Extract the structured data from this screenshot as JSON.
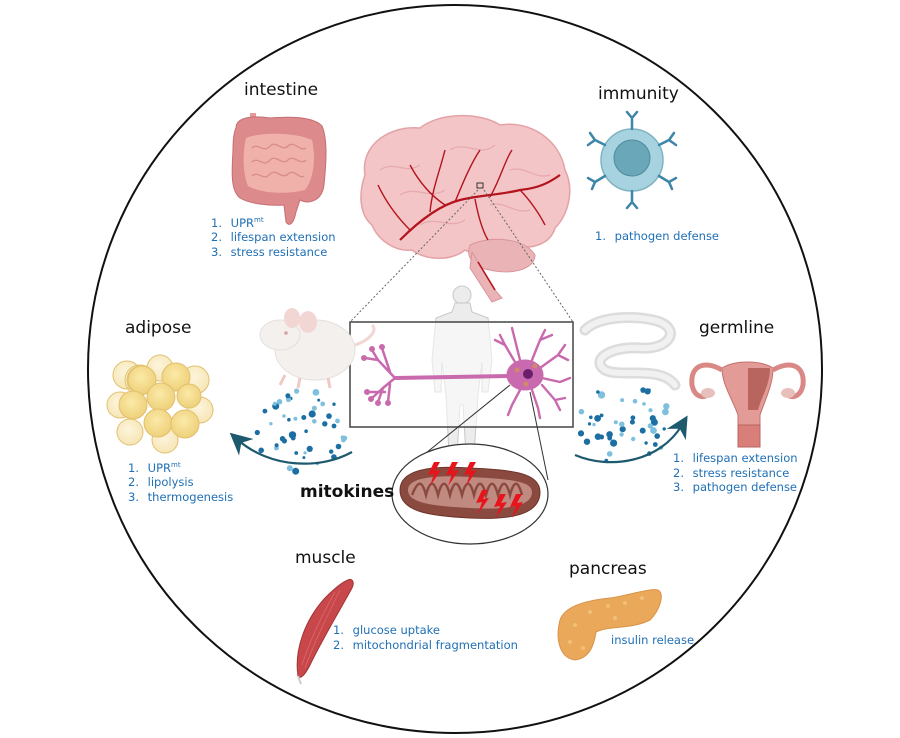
{
  "diagram": {
    "center_label": "mitokines",
    "colors": {
      "outline": "#111111",
      "effect_text": "#1f6fb5",
      "arrow": "#1d5a6e",
      "dot_dark": "#1b6fa3",
      "dot_light": "#7fc0de",
      "neuron": "#c86aad",
      "brain": "#f2c2c4",
      "vessel": "#b3141d",
      "mito_outer": "#8a4a40",
      "stress_bolt": "#e8141b"
    },
    "organs": [
      {
        "name": "intestine",
        "effects": [
          {
            "n": "1.",
            "text": "UPR",
            "sup": "mt"
          },
          {
            "n": "2.",
            "text": "lifespan extension"
          },
          {
            "n": "3.",
            "text": "stress resistance"
          }
        ]
      },
      {
        "name": "immunity",
        "effects": [
          {
            "n": "1.",
            "text": "pathogen defense"
          }
        ]
      },
      {
        "name": "adipose",
        "effects": [
          {
            "n": "1.",
            "text": "UPR",
            "sup": "mt"
          },
          {
            "n": "2.",
            "text": "lipolysis"
          },
          {
            "n": "3.",
            "text": "thermogenesis"
          }
        ]
      },
      {
        "name": "germline",
        "effects": [
          {
            "n": "1.",
            "text": "lifespan extension"
          },
          {
            "n": "2.",
            "text": "stress resistance"
          },
          {
            "n": "3.",
            "text": " pathogen defense"
          }
        ]
      },
      {
        "name": "muscle",
        "effects": [
          {
            "n": "1.",
            "text": "glucose uptake"
          },
          {
            "n": "2.",
            "text": "mitochondrial fragmentation"
          }
        ]
      },
      {
        "name": "pancreas",
        "effects": [
          {
            "n": "",
            "text": "insulin release"
          }
        ]
      }
    ],
    "model_organisms": [
      "mouse",
      "C. elegans worm"
    ]
  }
}
